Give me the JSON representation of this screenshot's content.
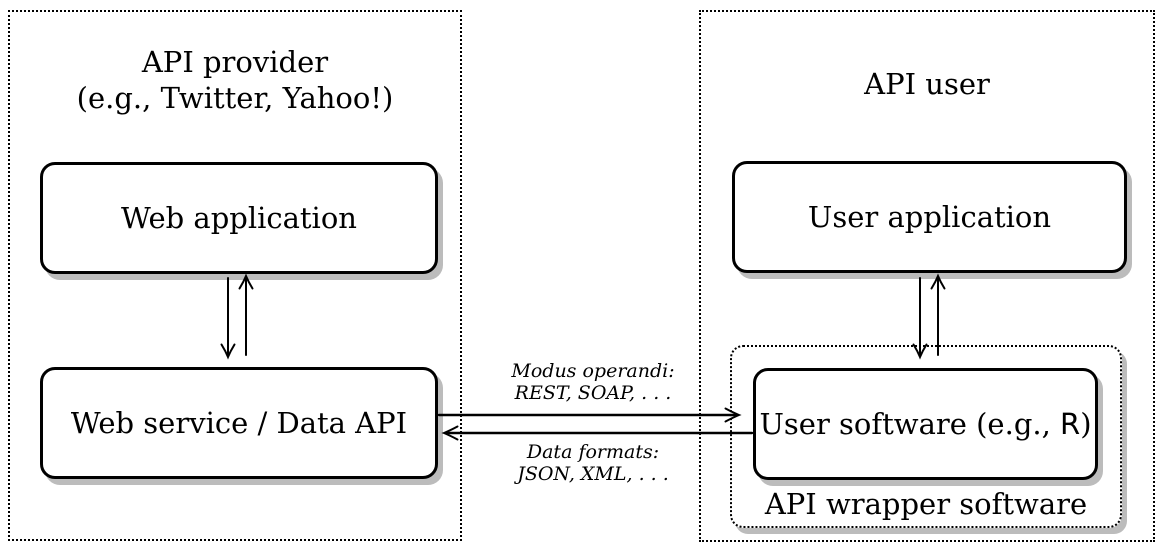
{
  "colors": {
    "ink": "#000000",
    "shadow": "#bcbcbc",
    "background": "#ffffff"
  },
  "provider": {
    "title_line1": "API provider",
    "title_line2": "(e.g., Twitter, Yahoo!)",
    "web_application_label": "Web application",
    "web_service_label": "Web service / Data API"
  },
  "user": {
    "title": "API user",
    "user_application_label": "User application",
    "user_software_prefix": "User software (e.g., ",
    "user_software_r": "R",
    "user_software_suffix": ")",
    "wrapper_label": "API wrapper software"
  },
  "connections": {
    "modus_line1": "Modus operandi:",
    "modus_line2": "REST, SOAP, . . .",
    "formats_line1": "Data formats:",
    "formats_line2": "JSON, XML, . . ."
  }
}
